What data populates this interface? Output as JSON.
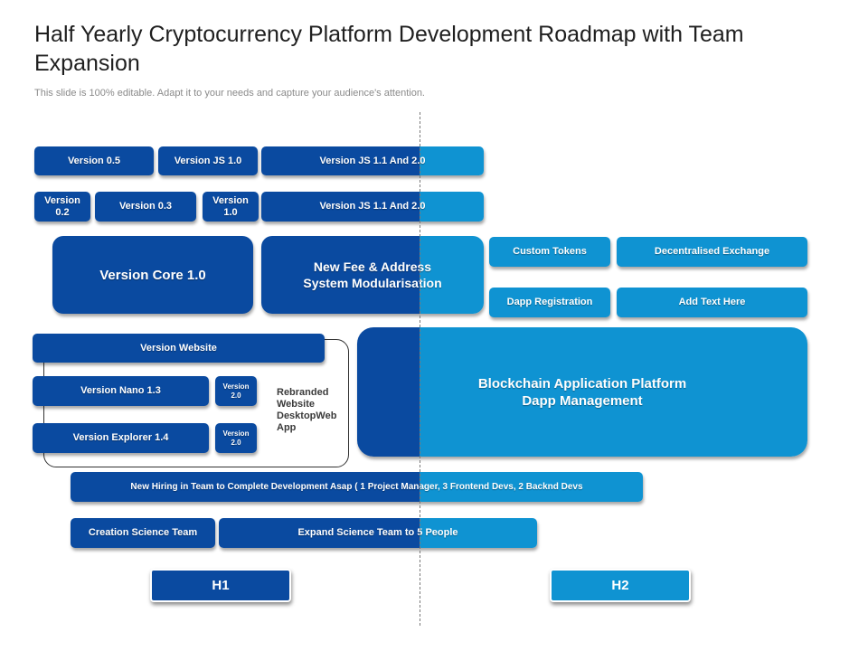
{
  "title": "Half Yearly Cryptocurrency Platform Development Roadmap with Team Expansion",
  "subtitle": "This slide is 100% editable. Adapt it to your needs and capture your audience's attention.",
  "row1": [
    "Version 0.5",
    "Version JS 1.0",
    "Version JS 1.1 And  2.0"
  ],
  "row2": [
    "Version 0.2",
    "Version 0.3",
    "Version 1.0",
    "Version JS 1.1 And  2.0"
  ],
  "core": "Version Core 1.0",
  "fee": [
    "New Fee & Address",
    "System Modularisation"
  ],
  "right_boxes": [
    "Custom Tokens",
    "Decentralised Exchange",
    "Dapp Registration",
    "Add Text Here"
  ],
  "website": "Version Website",
  "nano": "Version Nano 1.3",
  "explorer": "Version Explorer 1.4",
  "small_version": "Version 2.0",
  "rebrand_text": [
    "Rebranded",
    "Website",
    "DesktopWeb",
    "App"
  ],
  "blockchain": [
    "Blockchain Application Platform",
    "Dapp Management"
  ],
  "hiring": "New Hiring in Team to Complete Development Asap ( 1 Project Manager, 3 Frontend Devs, 2 Backnd Devs",
  "creation_team": "Creation Science Team",
  "expand_team": "Expand Science Team to 5 People",
  "phases": [
    "H1",
    "H2"
  ],
  "colors": {
    "dark_blue": "#0a4aa0",
    "light_blue": "#0f93d2"
  }
}
